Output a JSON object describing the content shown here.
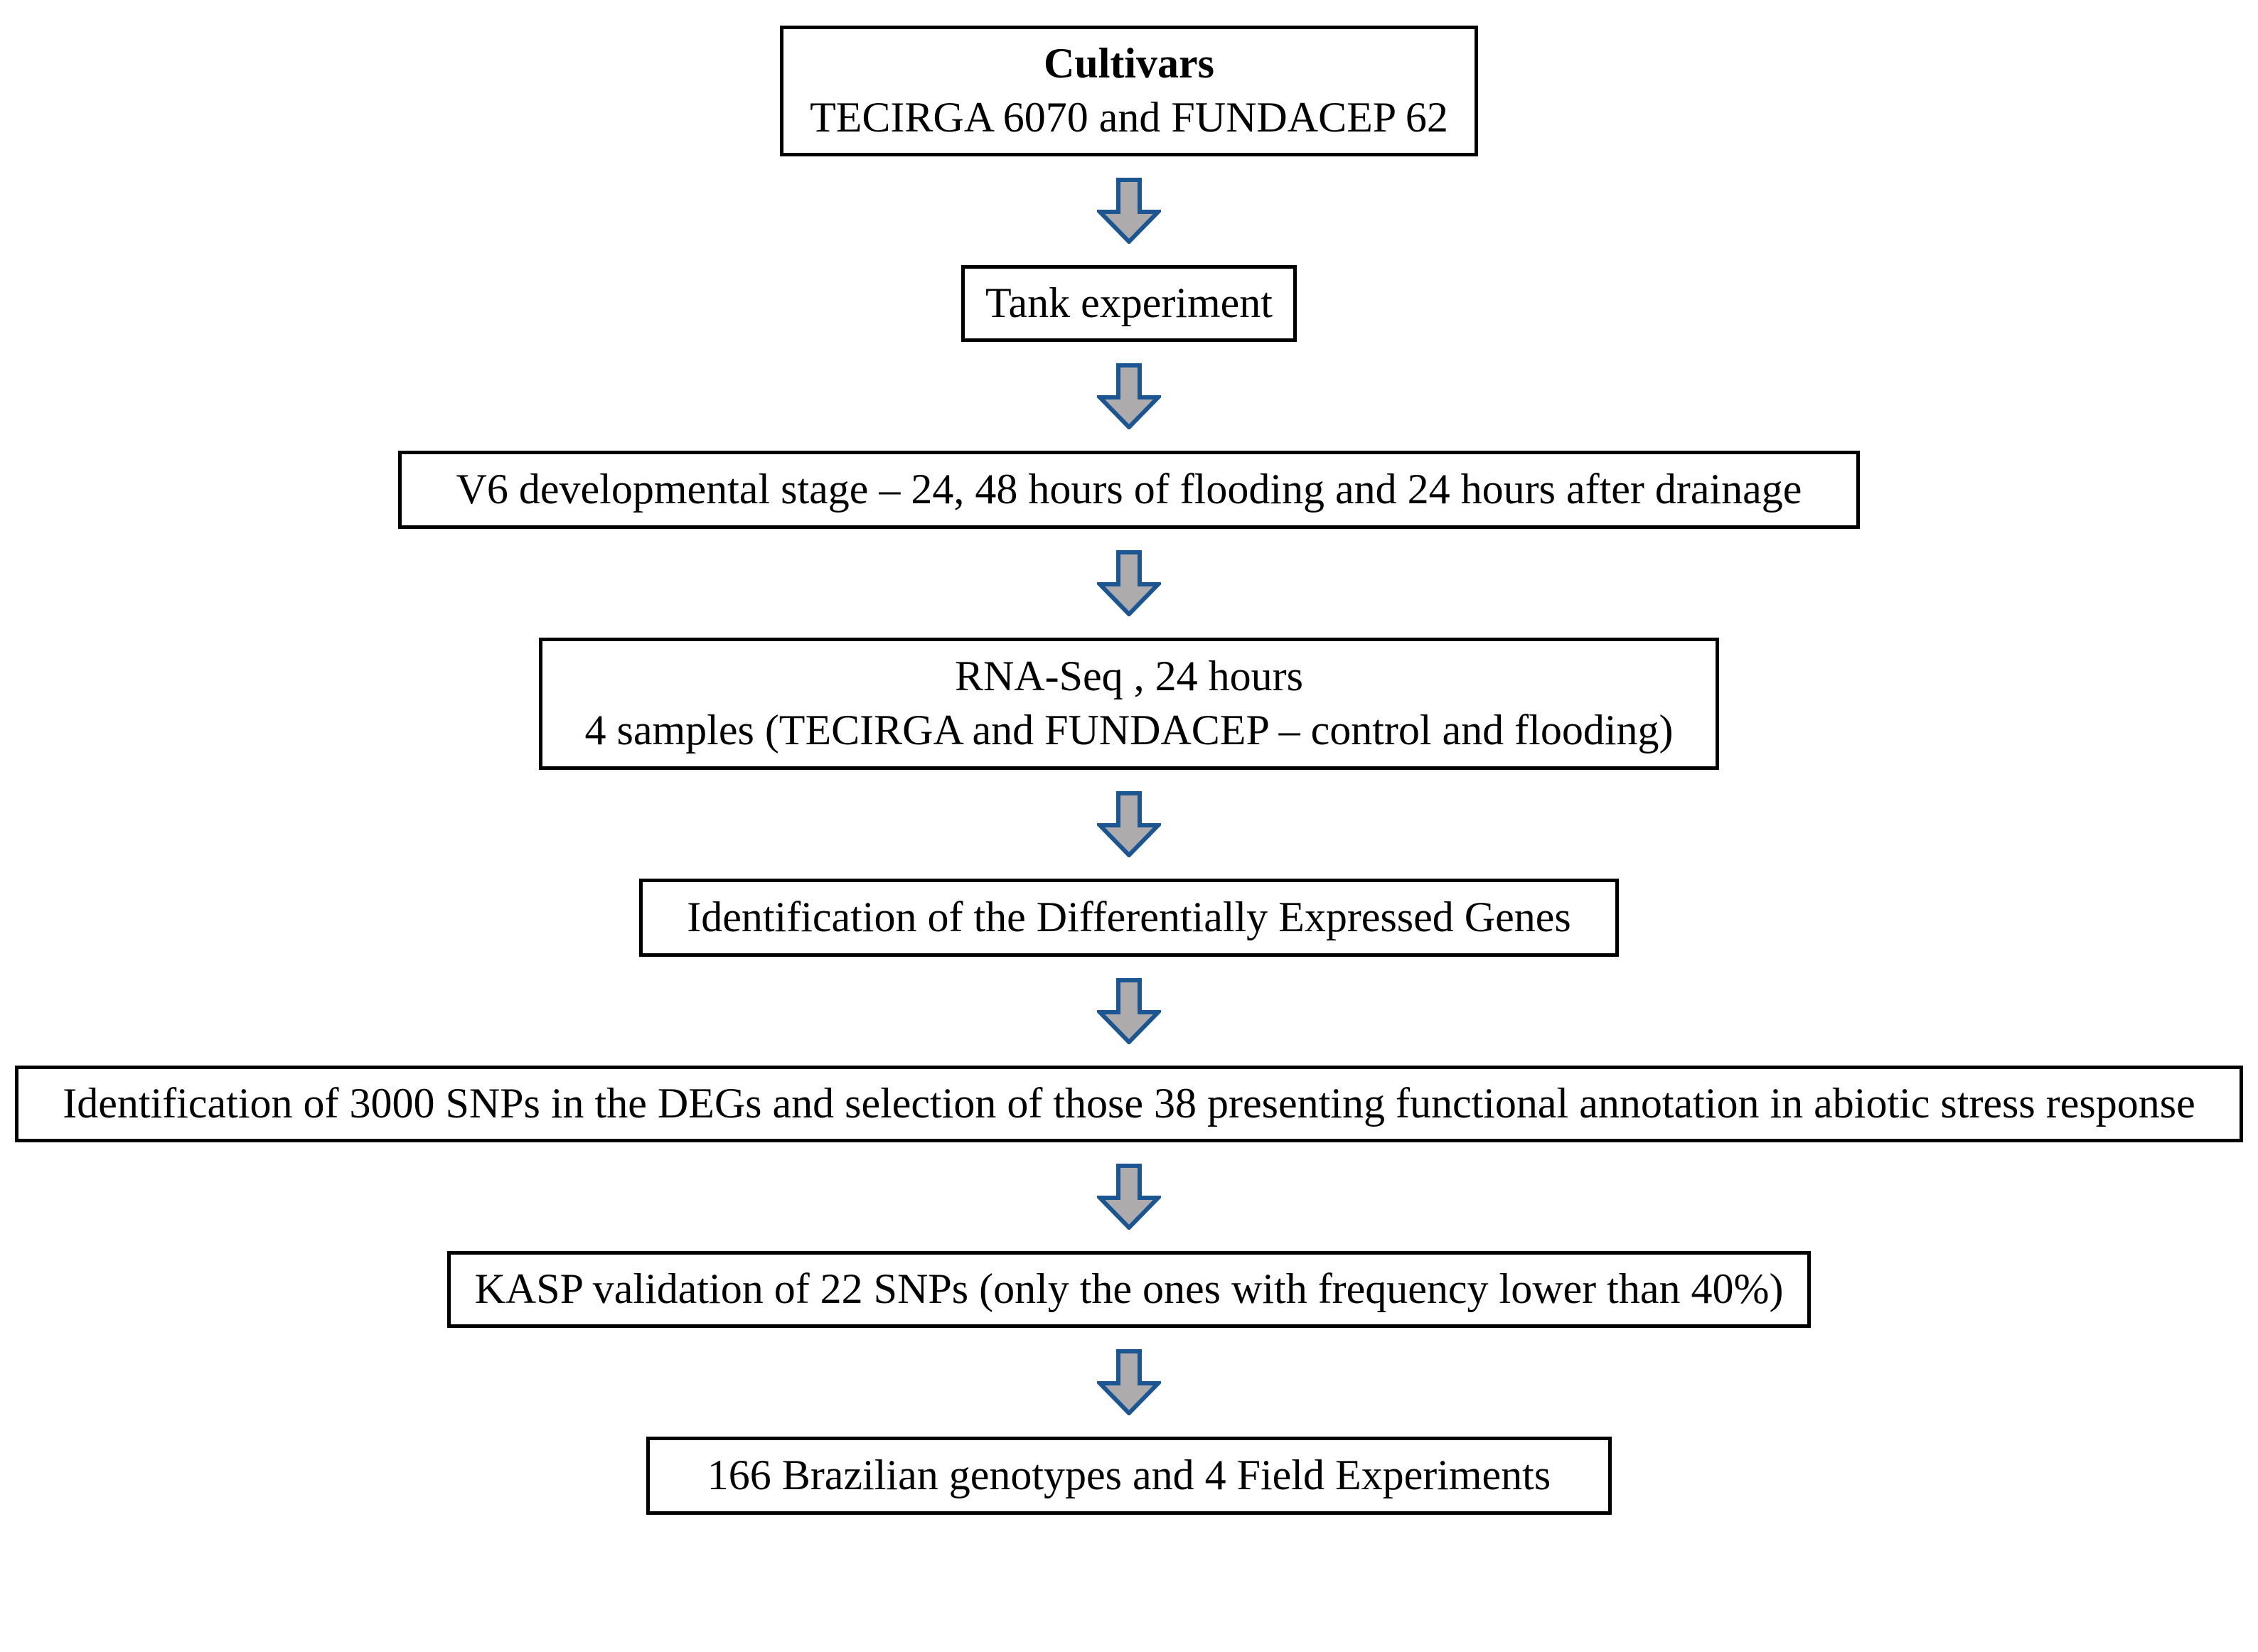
{
  "diagram": {
    "title": "Experimental workflow flowchart",
    "orientation": "top-to-bottom",
    "colors": {
      "box_border": "#000000",
      "box_fill": "#ffffff",
      "text": "#000000",
      "arrow_fill": "#ADABAB",
      "arrow_stroke": "#1B5693"
    },
    "steps": [
      {
        "id": "cultivars",
        "lines": [
          {
            "text": "Cultivars",
            "bold": true
          },
          {
            "text": "TECIRGA 6070 and FUNDACEP 62",
            "bold": false
          }
        ]
      },
      {
        "id": "tank-experiment",
        "lines": [
          {
            "text": "Tank experiment",
            "bold": false
          }
        ]
      },
      {
        "id": "v6-developmental-stage",
        "lines": [
          {
            "text": "V6 developmental stage – 24, 48 hours of flooding and 24 hours after drainage",
            "bold": false
          }
        ]
      },
      {
        "id": "rna-seq",
        "lines": [
          {
            "text": "RNA-Seq , 24 hours",
            "bold": false
          },
          {
            "text": "4 samples (TECIRGA and FUNDACEP – control and flooding)",
            "bold": false
          }
        ]
      },
      {
        "id": "identification-degs",
        "lines": [
          {
            "text": "Identification of the Differentially Expressed Genes",
            "bold": false
          }
        ]
      },
      {
        "id": "identification-snps",
        "lines": [
          {
            "text": "Identification of 3000 SNPs in the DEGs and selection of those 38 presenting functional annotation in abiotic stress response",
            "bold": false
          }
        ]
      },
      {
        "id": "kasp-validation",
        "lines": [
          {
            "text": "KASP validation of 22 SNPs (only the ones with frequency lower than 40%)",
            "bold": false
          }
        ]
      },
      {
        "id": "field-experiments",
        "lines": [
          {
            "text": "166 Brazilian genotypes and 4 Field Experiments",
            "bold": false
          }
        ]
      }
    ],
    "connectors": [
      {
        "id": "arrow-1",
        "icon": "down-block-arrow-icon",
        "from": "cultivars",
        "to": "tank-experiment"
      },
      {
        "id": "arrow-2",
        "icon": "down-block-arrow-icon",
        "from": "tank-experiment",
        "to": "v6-developmental-stage"
      },
      {
        "id": "arrow-3",
        "icon": "down-block-arrow-icon",
        "from": "v6-developmental-stage",
        "to": "rna-seq"
      },
      {
        "id": "arrow-4",
        "icon": "down-block-arrow-icon",
        "from": "rna-seq",
        "to": "identification-degs"
      },
      {
        "id": "arrow-5",
        "icon": "down-block-arrow-icon",
        "from": "identification-degs",
        "to": "identification-snps"
      },
      {
        "id": "arrow-6",
        "icon": "down-block-arrow-icon",
        "from": "identification-snps",
        "to": "kasp-validation"
      },
      {
        "id": "arrow-7",
        "icon": "down-block-arrow-icon",
        "from": "kasp-validation",
        "to": "field-experiments"
      }
    ]
  }
}
